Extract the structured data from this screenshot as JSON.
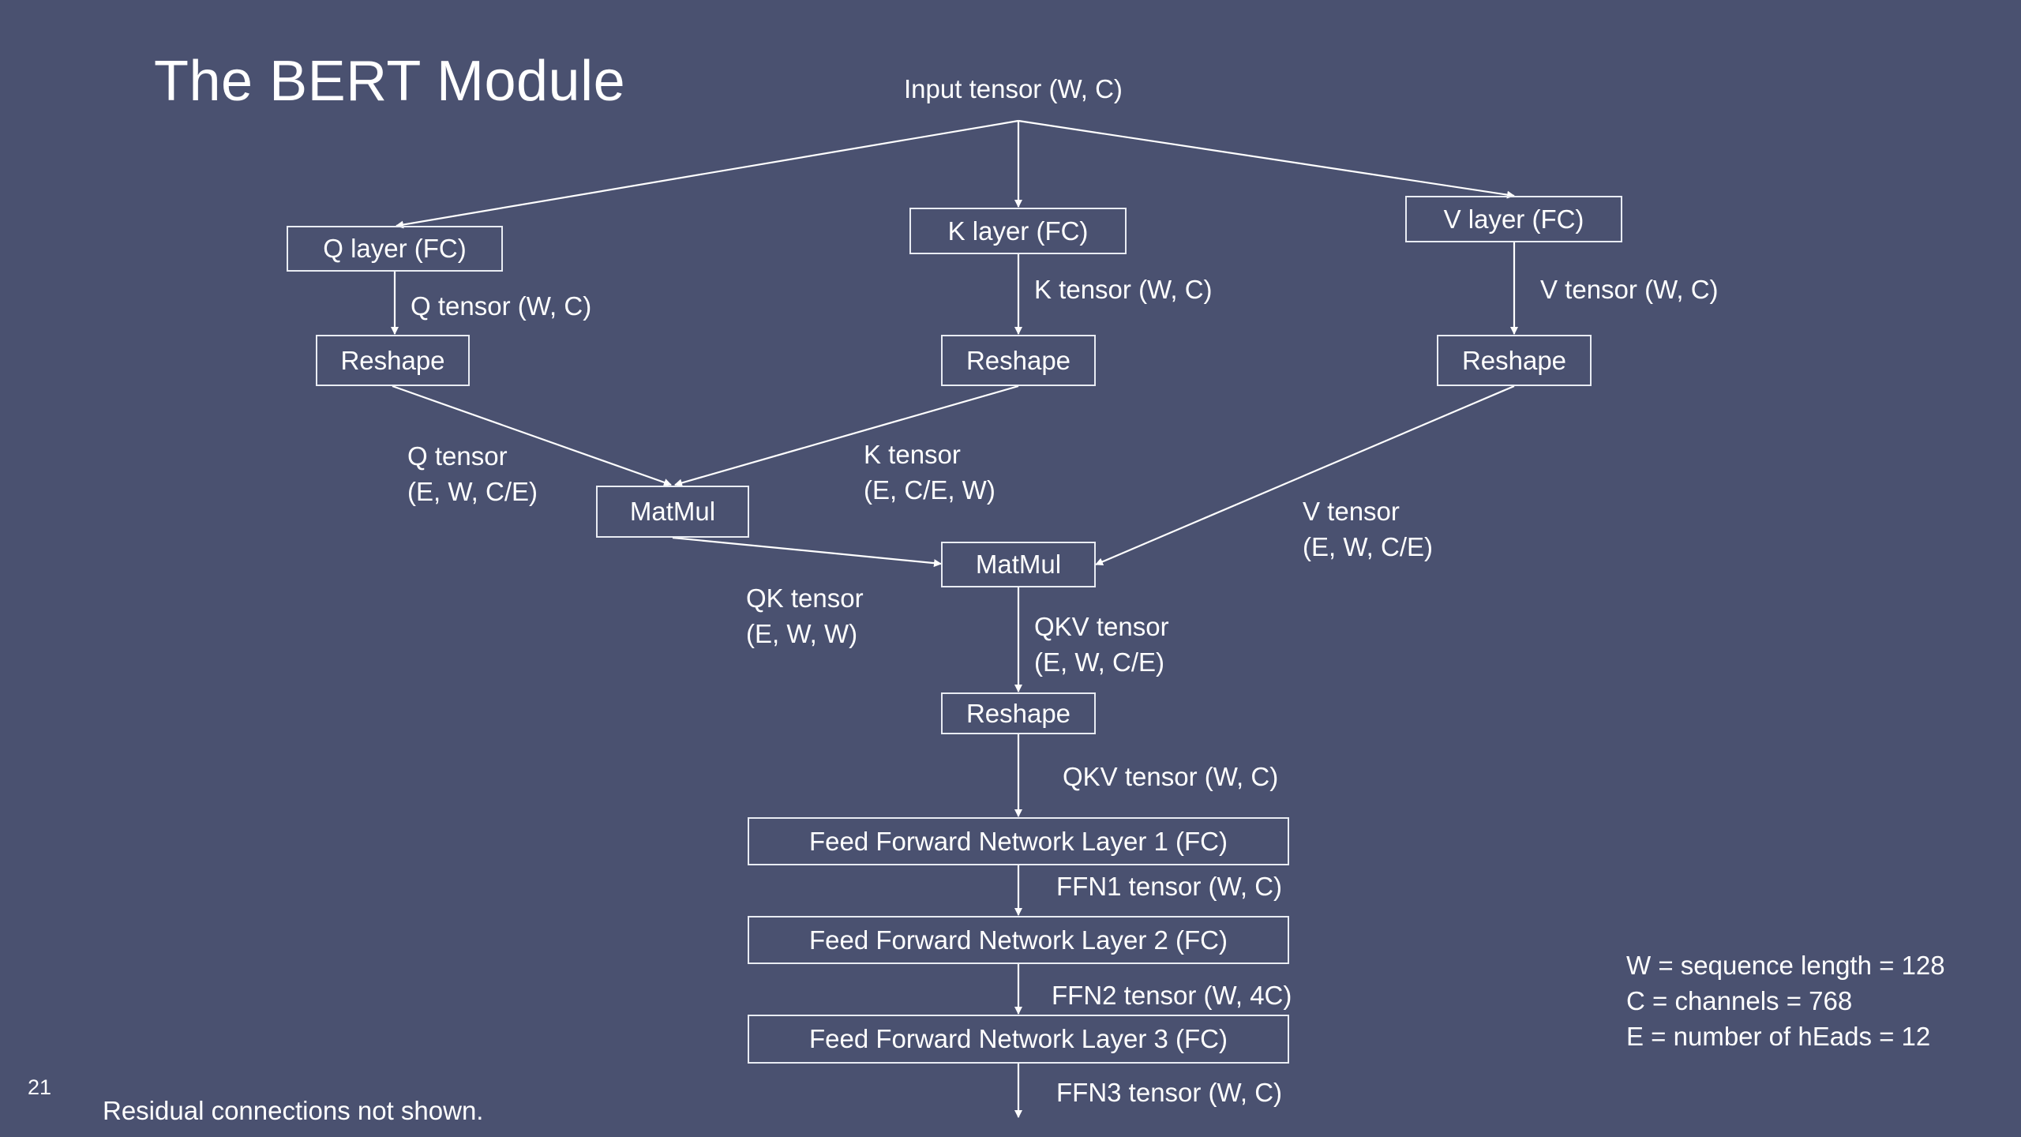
{
  "title": "The BERT Module",
  "slide_number": "21",
  "footnote": "Residual connections not shown.",
  "input_label": "Input tensor (W, C)",
  "nodes": {
    "q_layer": "Q layer (FC)",
    "k_layer": "K layer (FC)",
    "v_layer": "V layer (FC)",
    "reshape_q": "Reshape",
    "reshape_k": "Reshape",
    "reshape_v": "Reshape",
    "matmul_qk": "MatMul",
    "matmul_qkv": "MatMul",
    "reshape_out": "Reshape",
    "ffn1": "Feed Forward Network Layer 1 (FC)",
    "ffn2": "Feed Forward Network Layer 2 (FC)",
    "ffn3": "Feed Forward Network Layer 3 (FC)"
  },
  "edge_labels": {
    "q_tensor_wc": "Q tensor (W, C)",
    "k_tensor_wc": "K tensor (W, C)",
    "v_tensor_wc": "V tensor (W, C)",
    "q_tensor_reshaped_1": "Q tensor",
    "q_tensor_reshaped_2": "(E, W, C/E)",
    "k_tensor_reshaped_1": "K tensor",
    "k_tensor_reshaped_2": "(E, C/E, W)",
    "v_tensor_reshaped_1": "V tensor",
    "v_tensor_reshaped_2": "(E, W, C/E)",
    "qk_tensor_1": "QK tensor",
    "qk_tensor_2": "(E, W, W)",
    "qkv_tensor_1": "QKV tensor",
    "qkv_tensor_2": "(E, W, C/E)",
    "qkv_tensor_wc": "QKV tensor (W, C)",
    "ffn1_tensor": "FFN1 tensor (W, C)",
    "ffn2_tensor": "FFN2 tensor (W, 4C)",
    "ffn3_tensor": "FFN3 tensor (W, C)"
  },
  "legend": [
    "W = sequence length = 128",
    "C = channels = 768",
    "E = number of hEads = 12"
  ],
  "colors": {
    "background": "#4a5170",
    "foreground": "#ffffff",
    "box_border": "#e9ecf3"
  }
}
